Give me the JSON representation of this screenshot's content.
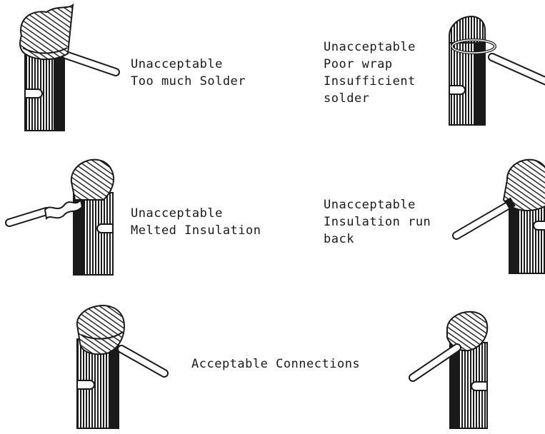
{
  "colors": {
    "ink": "#1a1a1a",
    "paper": "#ffffff"
  },
  "examples": [
    {
      "id": "too-much-solder",
      "lines": [
        "Unacceptable",
        "Too much Solder"
      ]
    },
    {
      "id": "poor-wrap",
      "lines": [
        "Unacceptable",
        "Poor wrap",
        "Insufficient",
        "solder"
      ]
    },
    {
      "id": "melted-insulation",
      "lines": [
        "Unacceptable",
        "Melted Insulation"
      ]
    },
    {
      "id": "insulation-run-back",
      "lines": [
        "Unacceptable",
        "Insulation run",
        "back"
      ]
    }
  ],
  "acceptable": {
    "label": "Acceptable Connections"
  }
}
